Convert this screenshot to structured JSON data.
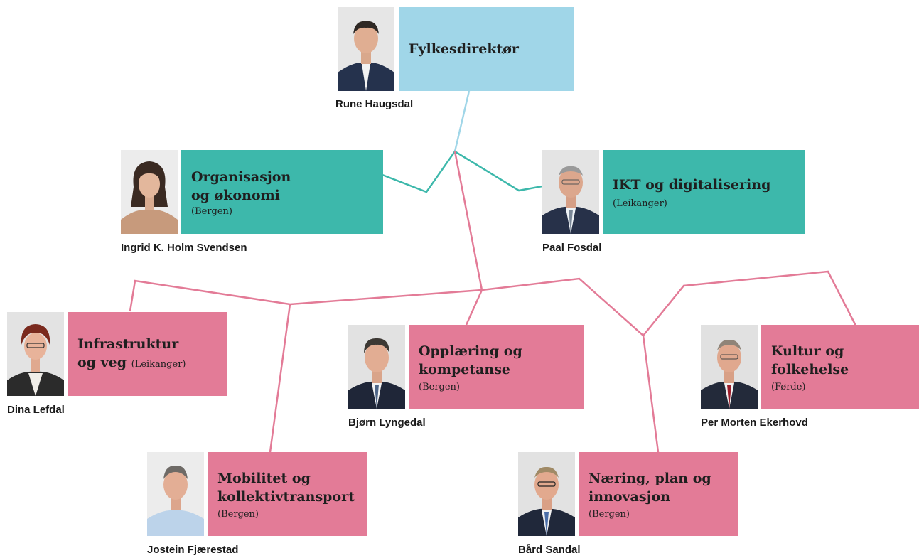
{
  "colors": {
    "lead": "#a0d6e8",
    "staff": "#3db8ab",
    "dept": "#e37b97",
    "lead_line": "#a0d6e8",
    "staff_line": "#3db8ab",
    "dept_line": "#e37b97"
  },
  "director": {
    "title": "Fylkesdirektør",
    "name": "Rune Haugsdal"
  },
  "staff_units": [
    {
      "title_line1": "Organisasjon",
      "title_line2": "og økonomi",
      "location": "(Bergen)",
      "name": "Ingrid K. Holm Svendsen"
    },
    {
      "title_line1": "IKT og digitalisering",
      "location": "(Leikanger)",
      "name": "Paal Fosdal"
    }
  ],
  "departments": [
    {
      "title_line1": "Infrastruktur",
      "title_line2": "og veg",
      "location": "(Leikanger)",
      "name": "Dina Lefdal"
    },
    {
      "title_line1": "Opplæring og",
      "title_line2": "kompetanse",
      "location": "(Bergen)",
      "name": "Bjørn Lyngedal"
    },
    {
      "title_line1": "Kultur og",
      "title_line2": "folkehelse",
      "location": "(Førde)",
      "name": "Per Morten Ekerhovd"
    },
    {
      "title_line1": "Mobilitet og",
      "title_line2": "kollektivtransport",
      "location": "(Bergen)",
      "name": "Jostein Fjærestad"
    },
    {
      "title_line1": "Næring, plan og",
      "title_line2": "innovasjon",
      "location": "(Bergen)",
      "name": "Bård Sandal"
    }
  ]
}
